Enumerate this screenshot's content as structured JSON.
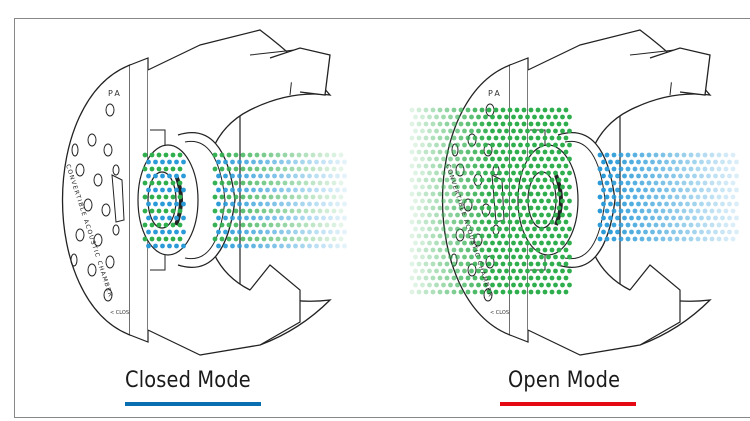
{
  "panels": [
    {
      "label": "Closed Mode",
      "underline_color": "#0a6fb0",
      "engraving": "CONVERTIBLE ACOUSTIC CHAMBER",
      "brand": "PA",
      "switch_text": "< CLOS",
      "flow": "closed"
    },
    {
      "label": "Open Mode",
      "underline_color": "#e50914",
      "engraving": "CONVERTIBLE ACOUSTIC CHAMBER",
      "brand": "PA",
      "switch_text": "< CLOS",
      "flow": "open"
    }
  ],
  "colors": {
    "green_dot": "#2fae4e",
    "blue_dot": "#2a9bd8",
    "line": "#222222"
  }
}
